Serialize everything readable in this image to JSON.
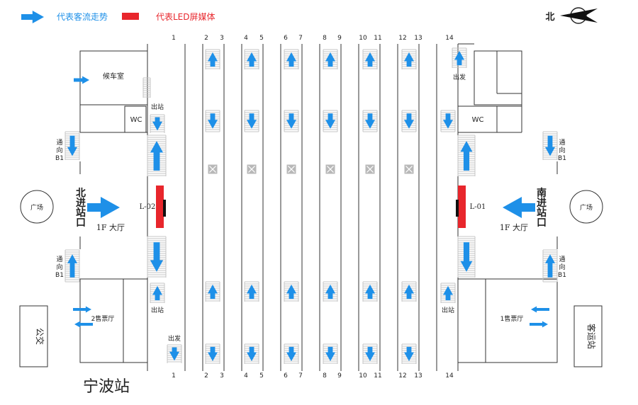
{
  "legend": {
    "flow_label": "代表客流走势",
    "led_label": "代表LED屏媒体"
  },
  "compass": {
    "label": "北"
  },
  "station_name": "宁波站",
  "hall_label": "1F 大厅",
  "north_entrance": "北进站口",
  "south_entrance": "南进站口",
  "plaza_label": "广场",
  "bus_label": "公交",
  "coach_label": "客运站",
  "waiting_room": "候车室",
  "wc": "WC",
  "exit_label": "出站",
  "depart_label": "出发",
  "to_b1": [
    "通",
    "向",
    "B1"
  ],
  "ticket_hall_2": "2售票厅",
  "ticket_hall_1": "1售票厅",
  "screen_north": "L-02",
  "screen_south": "L-01",
  "track_numbers": [
    "1",
    "2",
    "3",
    "4",
    "5",
    "6",
    "7",
    "8",
    "9",
    "10",
    "11",
    "12",
    "13",
    "14"
  ],
  "colors": {
    "flow": "#1e90e8",
    "led": "#e8262c",
    "line": "#333333",
    "icon_box": "#b8b8b8"
  }
}
